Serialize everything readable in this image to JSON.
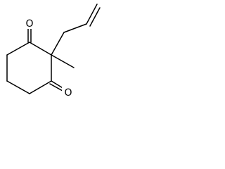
{
  "structure": {
    "atoms": {
      "oxygen_top": "O",
      "oxygen_bottom": "O"
    },
    "substituents": {
      "methyl": "methyl",
      "allyl": "allyl"
    },
    "colors": {
      "bond": "#000000",
      "background": "#ffffff",
      "text": "#000000"
    }
  }
}
